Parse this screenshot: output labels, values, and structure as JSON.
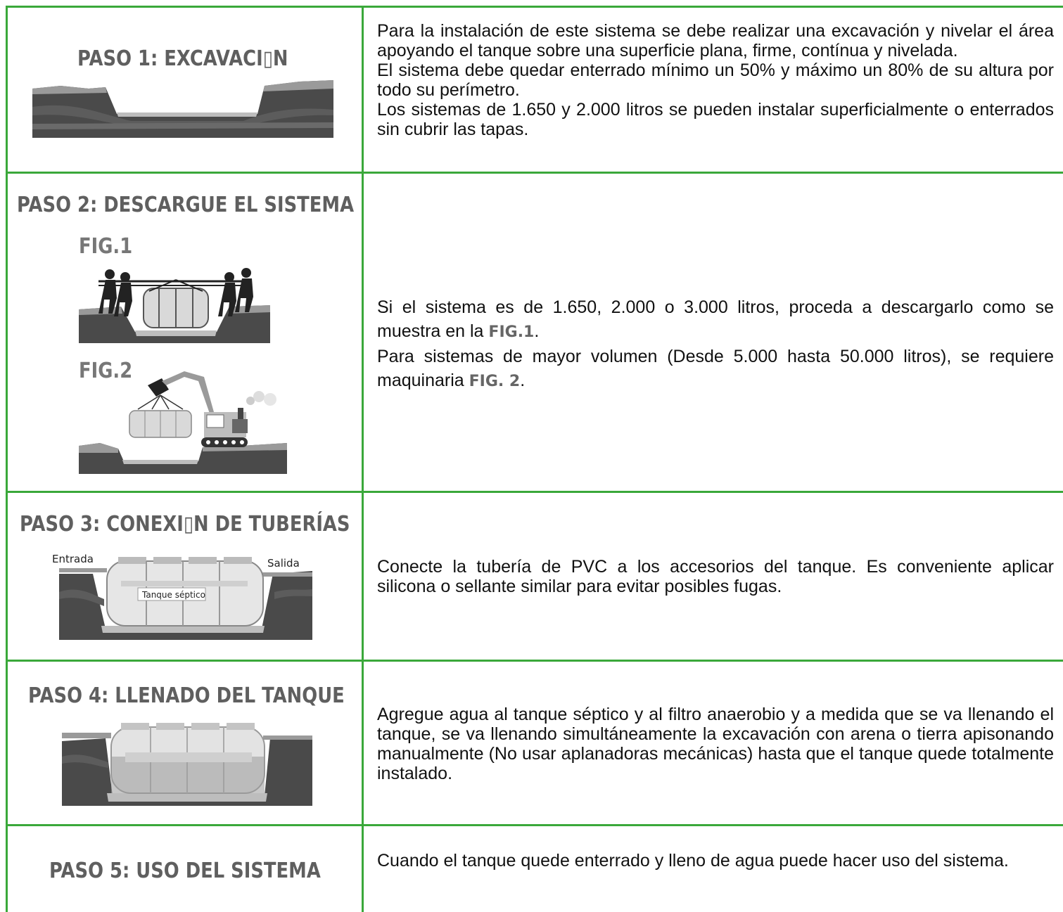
{
  "steps": [
    {
      "title": "PASO 1: EXCAVACI▯N",
      "lines": [
        "Para la instalación de este sistema se debe realizar una excavación y nivelar el área apoyando el tanque sobre una superficie plana, firme, contínua y nivelada.",
        "El sistema debe quedar enterrado mínimo un 50% y máximo un 80% de su altura por todo su perímetro.",
        "Los sistemas de 1.650 y 2.000 litros se pueden instalar superficialmente o enterrados sin cubrir las tapas."
      ]
    },
    {
      "title": "PASO 2: DESCARGUE EL SISTEMA",
      "fig1_label": "FIG.1",
      "fig2_label": "FIG.2",
      "line1_text": "Si el sistema es de 1.650, 2.000 o 3.000 litros, proceda a descargarlo como se muestra en la ",
      "line1_ref": "FIG.1",
      "line1_end": ".",
      "line2_text": "Para sistemas de mayor volumen (Desde 5.000 hasta 50.000 litros), se requiere maquinaria ",
      "line2_ref": "FIG. 2",
      "line2_end": "."
    },
    {
      "title": "PASO 3: CONEXI▯N DE TUBERÍAS",
      "label_in": "Entrada",
      "label_out": "Salida",
      "label_tank": "Tanque séptico",
      "text": "Conecte la tubería de PVC a los accesorios del tanque. Es conveniente aplicar silicona o sellante similar para evitar posibles fugas."
    },
    {
      "title": "PASO 4: LLENADO DEL TANQUE",
      "text": "Agregue agua al tanque séptico y al filtro anaerobio y a medida que se va llenando el tanque, se va llenando simultáneamente la excavación con arena o tierra apisonando manualmente (No usar aplanadoras mecánicas) hasta que el tanque quede totalmente instalado."
    },
    {
      "title": "PASO 5: USO DEL SISTEMA",
      "text": "Cuando el tanque quede enterrado y lleno de agua puede hacer uso del sistema."
    }
  ],
  "colors": {
    "border": "#3aa83a",
    "heading": "#5f5f5f",
    "ground_dark": "#4a4a4a",
    "ground_light": "#9a9a9a"
  }
}
